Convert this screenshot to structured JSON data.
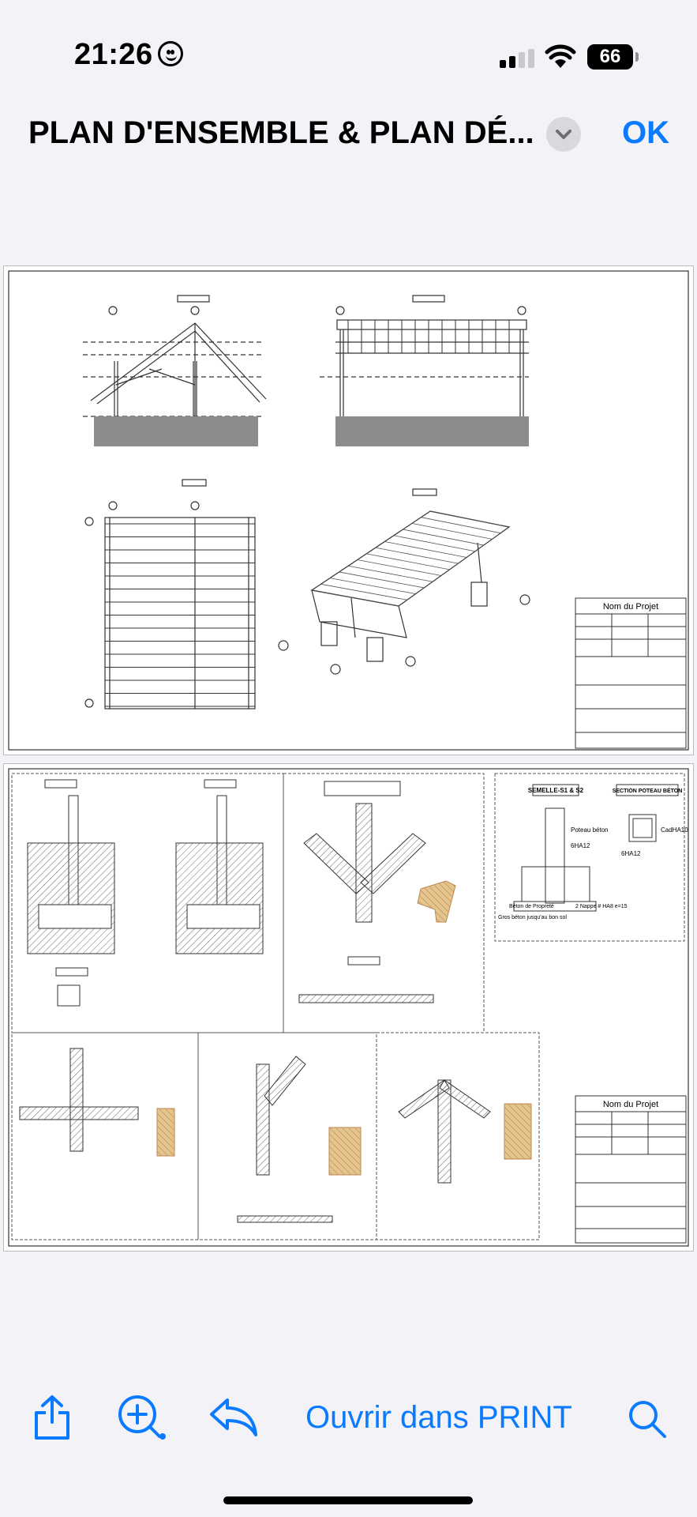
{
  "status_bar": {
    "time": "21:26",
    "battery": "66",
    "focus_icon": "smiley-face-icon"
  },
  "nav": {
    "title": "PLAN D'ENSEMBLE & PLAN DÉ...",
    "ok_label": "OK"
  },
  "page1": {
    "project_name": "Nom du Projet"
  },
  "page2": {
    "project_name": "Nom du Projet",
    "semelle_title": "SEMELLE-S1 & S2",
    "section_title": "SECTION POTEAU BÉTON",
    "poteau_label": "Poteau béton",
    "rebar_label": "6HA12",
    "cadre_label": "CadHA10",
    "propreté_label": "Béton de Propreté",
    "gros_beton_label": "Gros béton jusqu'au bon sol",
    "nappe_label": "2 Nappe # HA8 e=15"
  },
  "toolbar": {
    "open_in_print_label": "Ouvrir dans PRINT"
  },
  "colors": {
    "accent": "#0a7aff",
    "background": "#f2f2f7"
  }
}
